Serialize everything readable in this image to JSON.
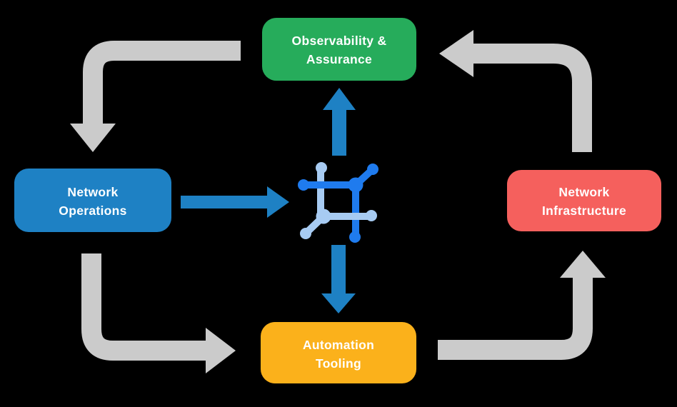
{
  "background_color": "#000000",
  "diagram": {
    "nodes": {
      "observability": {
        "line1": "Observability &",
        "line2": "Assurance",
        "color": "#26AC5B"
      },
      "operations": {
        "line1": "Network",
        "line2": "Operations",
        "color": "#1E81C4"
      },
      "infrastructure": {
        "line1": "Network",
        "line2": "Infrastructure",
        "color": "#F5605D"
      },
      "tooling": {
        "line1": "Automation",
        "line2": "Tooling",
        "color": "#FBB11B"
      }
    },
    "cycle_arrows": {
      "color": "#CBCBCB"
    },
    "flow_arrows": {
      "color": "#1E81C4"
    },
    "center_icon": {
      "name": "network-node-icon",
      "primary_color": "#1F7BEE",
      "secondary_color": "#A7CBF2"
    },
    "text_color": "#FFFFFF"
  }
}
